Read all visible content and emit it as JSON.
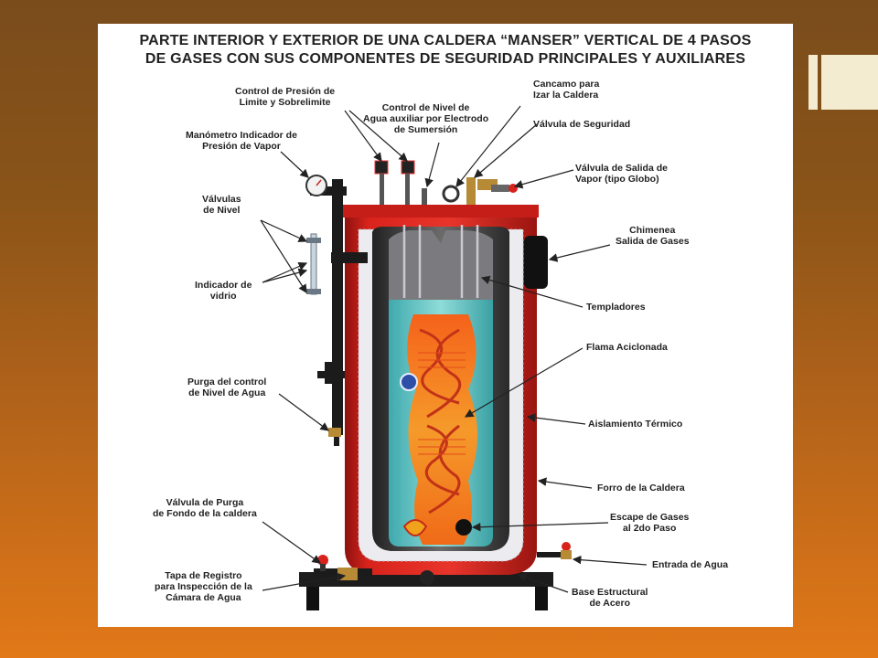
{
  "title_lines": [
    "PARTE INTERIOR Y EXTERIOR DE UNA CALDERA “MANSER” VERTICAL DE 4 PASOS",
    "DE GASES  CON SUS COMPONENTES DE SEGURIDAD PRINCIPALES Y AUXILIARES"
  ],
  "labels": {
    "control_presion": [
      "Control de Presión de",
      "Limite y Sobrelimite"
    ],
    "control_nivel": [
      "Control de Nivel de",
      "Agua auxiliar por Electrodo",
      "de Sumersión"
    ],
    "cancamo": [
      "Cancamo para",
      "Izar la Caldera"
    ],
    "valvula_seguridad": [
      "Válvula de Seguridad"
    ],
    "manometro": [
      "Manómetro Indicador de",
      "Presión de Vapor"
    ],
    "valvula_salida": [
      "Válvula de Salida de",
      "Vapor (tipo Globo)"
    ],
    "valvulas_nivel": [
      "Válvulas",
      "de Nivel"
    ],
    "chimenea": [
      "Chimenea",
      "Salida de Gases"
    ],
    "indicador_vidrio": [
      "Indicador de",
      "vidrio"
    ],
    "templadores": [
      "Templadores"
    ],
    "flama": [
      "Flama Aciclonada"
    ],
    "purga_control": [
      "Purga del control",
      "de Nivel de Agua"
    ],
    "aislamiento": [
      "Aislamiento Térmico"
    ],
    "forro": [
      "Forro de la Caldera"
    ],
    "valvula_purga_fondo": [
      "Válvula de Purga",
      "de Fondo de la caldera"
    ],
    "escape_gases": [
      "Escape de Gases",
      "al 2do Paso"
    ],
    "entrada_agua": [
      "Entrada de Agua"
    ],
    "tapa_registro": [
      "Tapa de Registro",
      "para Inspección de la",
      "Cámara de Agua"
    ],
    "base_estructural": [
      "Base Estructural",
      "de Acero"
    ]
  },
  "colors": {
    "background_top": "#7a4c1c",
    "background_bottom": "#e27818",
    "shell_red": "#d8231c",
    "insulation": "#e8e8ec",
    "water": "#5fc3c4",
    "flame": "#f07a1a",
    "accent_bar": "#f3ecd0"
  }
}
